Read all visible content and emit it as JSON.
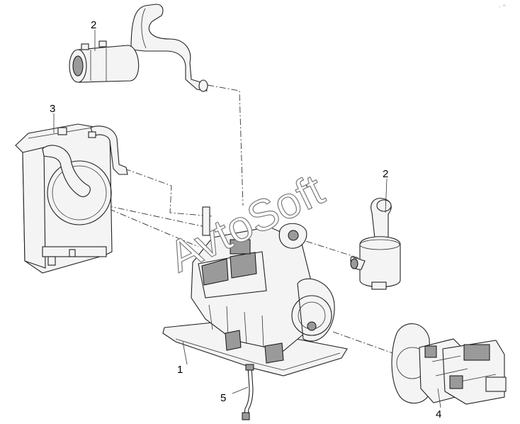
{
  "callouts": {
    "exhaust_pipe_top": "2",
    "radiator": "3",
    "exhaust_pipe_right": "2",
    "engine_frame": "1",
    "hose": "5",
    "hydraulic_pump": "4"
  },
  "watermark": "AvtoSoft",
  "corner_mark": "- ^"
}
